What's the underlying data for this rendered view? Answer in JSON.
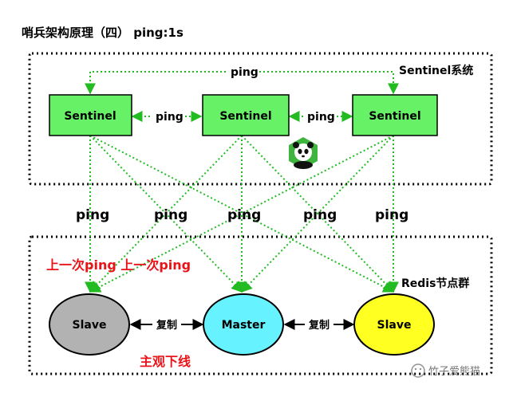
{
  "title": "哨兵架构原理（四） ping:1s",
  "groups": {
    "sentinel_system": "Sentinel系统",
    "redis_nodes": "Redis节点群"
  },
  "sentinels": [
    "Sentinel",
    "Sentinel",
    "Sentinel"
  ],
  "ping_label": "ping",
  "nodes": {
    "left": "Slave",
    "middle": "Master",
    "right": "Slave"
  },
  "copy_label": "复制",
  "annotations": {
    "last_ping": "上一次ping 上一次ping",
    "subjective_down": "主观下线"
  },
  "watermark": "竹子爱熊猫",
  "colors": {
    "sentinel_fill": "#66f166",
    "arrow_green": "#22bb22",
    "slave_left_fill": "#b2b2b2",
    "master_fill": "#66f3ff",
    "slave_right_fill": "#ffff22",
    "annotation_red": "#e8141a"
  }
}
